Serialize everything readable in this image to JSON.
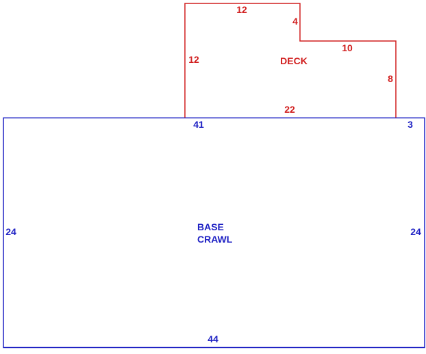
{
  "deck": {
    "label": "DECK",
    "color": "#d11f1f",
    "dims": {
      "top_left_width": "12",
      "step_height": "4",
      "step_width": "10",
      "left_height": "12",
      "right_height": "8",
      "bottom_width": "22"
    }
  },
  "base": {
    "label_line1": "BASE",
    "label_line2": "CRAWL",
    "color": "#1f22c4",
    "dims": {
      "top_left_offset": "41",
      "top_right_offset": "3",
      "left_height": "24",
      "right_height": "24",
      "bottom_width": "44"
    }
  }
}
